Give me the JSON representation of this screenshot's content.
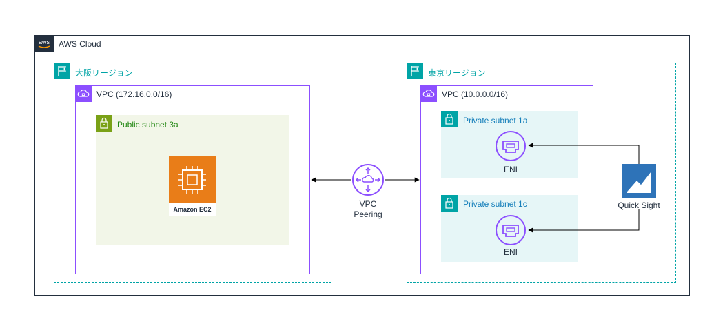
{
  "cloud": {
    "label": "AWS Cloud",
    "logo_text": "aws"
  },
  "osaka": {
    "region_label": "大阪リージョン",
    "vpc_label": "VPC (172.16.0.0/16)",
    "subnet_label": "Public subnet 3a",
    "ec2_label": "Amazon EC2"
  },
  "tokyo": {
    "region_label": "東京リージョン",
    "vpc_label": "VPC (10.0.0.0/16)",
    "subnet_1a_label": "Private subnet 1a",
    "subnet_1c_label": "Private subnet 1c",
    "eni_label_1a": "ENI",
    "eni_label_1c": "ENI"
  },
  "peering": {
    "line1": "VPC",
    "line2": "Peering"
  },
  "quicksight": {
    "label": "Quick Sight"
  },
  "colors": {
    "region": "#00a4a6",
    "vpc": "#8c4fff",
    "public_subnet": "#7aa116",
    "private_subnet": "#00a4a6",
    "ec2": "#e97d18",
    "quicksight": "#2e73b8",
    "peering": "#8c4fff"
  },
  "icons": [
    "aws-logo",
    "flag-icon",
    "vpc-cloud-icon",
    "lock-icon",
    "ec2-chip-icon",
    "eni-icon",
    "vpc-peering-icon",
    "quicksight-icon"
  ]
}
